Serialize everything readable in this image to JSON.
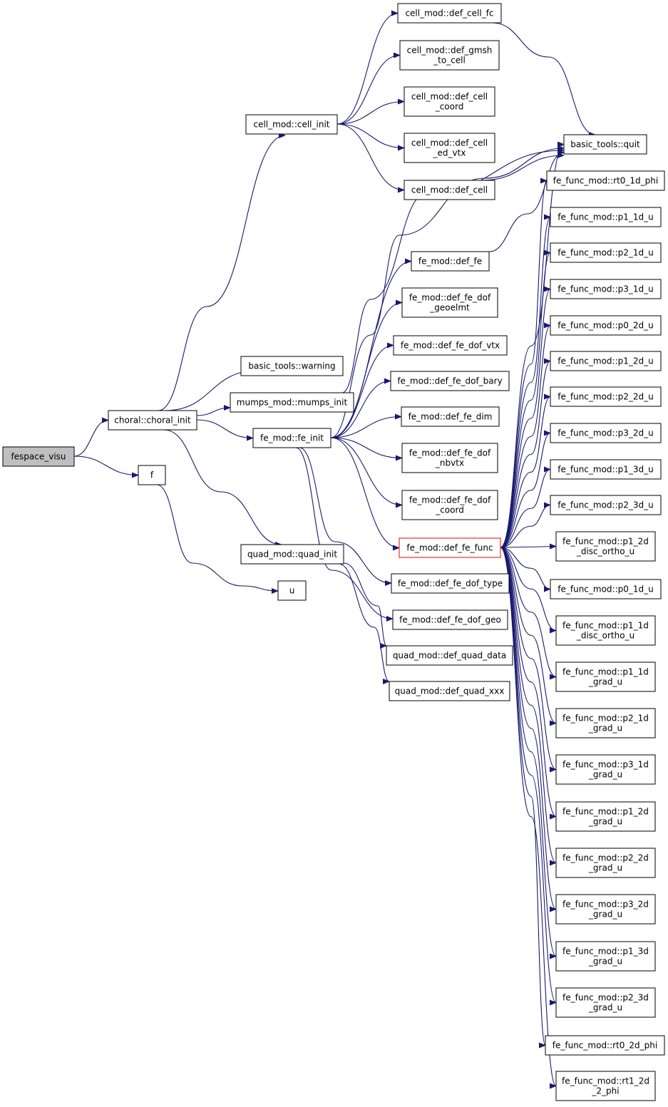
{
  "colors": {
    "edge": "#191970",
    "node_border": "#000000",
    "node_fill": "#ffffff",
    "root_fill": "#bfbfbf",
    "highlight_border": "#ff0000"
  },
  "nodes": [
    {
      "id": "fespace_visu",
      "lines": [
        "fespace_visu"
      ]
    },
    {
      "id": "choral_init",
      "lines": [
        "choral::choral_init"
      ]
    },
    {
      "id": "f",
      "lines": [
        "f"
      ]
    },
    {
      "id": "cell_init",
      "lines": [
        "cell_mod::cell_init"
      ]
    },
    {
      "id": "warning",
      "lines": [
        "basic_tools::warning"
      ]
    },
    {
      "id": "mumps_init",
      "lines": [
        "mumps_mod::mumps_init"
      ]
    },
    {
      "id": "fe_init",
      "lines": [
        "fe_mod::fe_init"
      ]
    },
    {
      "id": "quad_init",
      "lines": [
        "quad_mod::quad_init"
      ]
    },
    {
      "id": "u",
      "lines": [
        "u"
      ]
    },
    {
      "id": "def_cell_fc",
      "lines": [
        "cell_mod::def_cell_fc"
      ]
    },
    {
      "id": "def_gmsh_to_cell",
      "lines": [
        "cell_mod::def_gmsh",
        "_to_cell"
      ]
    },
    {
      "id": "def_cell_coord",
      "lines": [
        "cell_mod::def_cell",
        "_coord"
      ]
    },
    {
      "id": "def_cell_ed_vtx",
      "lines": [
        "cell_mod::def_cell",
        "_ed_vtx"
      ]
    },
    {
      "id": "def_cell",
      "lines": [
        "cell_mod::def_cell"
      ]
    },
    {
      "id": "def_fe",
      "lines": [
        "fe_mod::def_fe"
      ]
    },
    {
      "id": "def_fe_dof_geoelmt",
      "lines": [
        "fe_mod::def_fe_dof",
        "_geoelmt"
      ]
    },
    {
      "id": "def_fe_dof_vtx",
      "lines": [
        "fe_mod::def_fe_dof_vtx"
      ]
    },
    {
      "id": "def_fe_dof_bary",
      "lines": [
        "fe_mod::def_fe_dof_bary"
      ]
    },
    {
      "id": "def_fe_dim",
      "lines": [
        "fe_mod::def_fe_dim"
      ]
    },
    {
      "id": "def_fe_dof_nbvtx",
      "lines": [
        "fe_mod::def_fe_dof",
        "_nbvtx"
      ]
    },
    {
      "id": "def_fe_dof_coord",
      "lines": [
        "fe_mod::def_fe_dof",
        "_coord"
      ]
    },
    {
      "id": "def_fe_func",
      "lines": [
        "fe_mod::def_fe_func"
      ]
    },
    {
      "id": "def_fe_dof_type",
      "lines": [
        "fe_mod::def_fe_dof_type"
      ]
    },
    {
      "id": "def_fe_dof_geo",
      "lines": [
        "fe_mod::def_fe_dof_geo"
      ]
    },
    {
      "id": "def_quad_data",
      "lines": [
        "quad_mod::def_quad_data"
      ]
    },
    {
      "id": "def_quad_xxx",
      "lines": [
        "quad_mod::def_quad_xxx"
      ]
    },
    {
      "id": "quit",
      "lines": [
        "basic_tools::quit"
      ]
    },
    {
      "id": "rt0_1d_phi",
      "lines": [
        "fe_func_mod::rt0_1d_phi"
      ]
    },
    {
      "id": "p1_1d_u",
      "lines": [
        "fe_func_mod::p1_1d_u"
      ]
    },
    {
      "id": "p2_1d_u",
      "lines": [
        "fe_func_mod::p2_1d_u"
      ]
    },
    {
      "id": "p3_1d_u",
      "lines": [
        "fe_func_mod::p3_1d_u"
      ]
    },
    {
      "id": "p0_2d_u",
      "lines": [
        "fe_func_mod::p0_2d_u"
      ]
    },
    {
      "id": "p1_2d_u",
      "lines": [
        "fe_func_mod::p1_2d_u"
      ]
    },
    {
      "id": "p2_2d_u",
      "lines": [
        "fe_func_mod::p2_2d_u"
      ]
    },
    {
      "id": "p3_2d_u",
      "lines": [
        "fe_func_mod::p3_2d_u"
      ]
    },
    {
      "id": "p1_3d_u",
      "lines": [
        "fe_func_mod::p1_3d_u"
      ]
    },
    {
      "id": "p2_3d_u",
      "lines": [
        "fe_func_mod::p2_3d_u"
      ]
    },
    {
      "id": "p1_2d_disc_ortho_u",
      "lines": [
        "fe_func_mod::p1_2d",
        "_disc_ortho_u"
      ]
    },
    {
      "id": "p0_1d_u",
      "lines": [
        "fe_func_mod::p0_1d_u"
      ]
    },
    {
      "id": "p1_1d_disc_ortho_u",
      "lines": [
        "fe_func_mod::p1_1d",
        "_disc_ortho_u"
      ]
    },
    {
      "id": "p1_1d_grad_u",
      "lines": [
        "fe_func_mod::p1_1d",
        "_grad_u"
      ]
    },
    {
      "id": "p2_1d_grad_u",
      "lines": [
        "fe_func_mod::p2_1d",
        "_grad_u"
      ]
    },
    {
      "id": "p3_1d_grad_u",
      "lines": [
        "fe_func_mod::p3_1d",
        "_grad_u"
      ]
    },
    {
      "id": "p1_2d_grad_u",
      "lines": [
        "fe_func_mod::p1_2d",
        "_grad_u"
      ]
    },
    {
      "id": "p2_2d_grad_u",
      "lines": [
        "fe_func_mod::p2_2d",
        "_grad_u"
      ]
    },
    {
      "id": "p3_2d_grad_u",
      "lines": [
        "fe_func_mod::p3_2d",
        "_grad_u"
      ]
    },
    {
      "id": "p1_3d_grad_u",
      "lines": [
        "fe_func_mod::p1_3d",
        "_grad_u"
      ]
    },
    {
      "id": "p2_3d_grad_u",
      "lines": [
        "fe_func_mod::p2_3d",
        "_grad_u"
      ]
    },
    {
      "id": "rt0_2d_phi",
      "lines": [
        "fe_func_mod::rt0_2d_phi"
      ]
    },
    {
      "id": "rt1_2d_2_phi",
      "lines": [
        "fe_func_mod::rt1_2d",
        "_2_phi"
      ]
    }
  ],
  "edges": [
    [
      "fespace_visu",
      "choral_init"
    ],
    [
      "fespace_visu",
      "f"
    ],
    [
      "choral_init",
      "cell_init"
    ],
    [
      "choral_init",
      "warning"
    ],
    [
      "choral_init",
      "mumps_init"
    ],
    [
      "choral_init",
      "fe_init"
    ],
    [
      "choral_init",
      "quad_init"
    ],
    [
      "f",
      "u"
    ],
    [
      "cell_init",
      "def_cell_fc"
    ],
    [
      "cell_init",
      "def_gmsh_to_cell"
    ],
    [
      "cell_init",
      "def_cell_coord"
    ],
    [
      "cell_init",
      "def_cell_ed_vtx"
    ],
    [
      "cell_init",
      "def_cell"
    ],
    [
      "def_cell_fc",
      "quit"
    ],
    [
      "def_cell",
      "quit"
    ],
    [
      "mumps_init",
      "quit"
    ],
    [
      "fe_init",
      "quit"
    ],
    [
      "fe_init",
      "def_fe"
    ],
    [
      "fe_init",
      "def_fe_dof_geoelmt"
    ],
    [
      "fe_init",
      "def_fe_dof_vtx"
    ],
    [
      "fe_init",
      "def_fe_dof_bary"
    ],
    [
      "fe_init",
      "def_fe_dim"
    ],
    [
      "fe_init",
      "def_fe_dof_nbvtx"
    ],
    [
      "fe_init",
      "def_fe_dof_coord"
    ],
    [
      "fe_init",
      "def_fe_func"
    ],
    [
      "fe_init",
      "def_fe_dof_type"
    ],
    [
      "fe_init",
      "def_fe_dof_geo"
    ],
    [
      "def_fe",
      "quit"
    ],
    [
      "quad_init",
      "def_quad_data"
    ],
    [
      "quad_init",
      "def_quad_xxx"
    ],
    [
      "def_fe_func",
      "quit"
    ],
    [
      "def_fe_func",
      "rt0_1d_phi"
    ],
    [
      "def_fe_func",
      "p1_1d_u"
    ],
    [
      "def_fe_func",
      "p2_1d_u"
    ],
    [
      "def_fe_func",
      "p3_1d_u"
    ],
    [
      "def_fe_func",
      "p0_2d_u"
    ],
    [
      "def_fe_func",
      "p1_2d_u"
    ],
    [
      "def_fe_func",
      "p2_2d_u"
    ],
    [
      "def_fe_func",
      "p3_2d_u"
    ],
    [
      "def_fe_func",
      "p1_3d_u"
    ],
    [
      "def_fe_func",
      "p2_3d_u"
    ],
    [
      "def_fe_func",
      "p1_2d_disc_ortho_u"
    ],
    [
      "def_fe_func",
      "p0_1d_u"
    ],
    [
      "def_fe_func",
      "p1_1d_disc_ortho_u"
    ],
    [
      "def_fe_func",
      "p1_1d_grad_u"
    ],
    [
      "def_fe_func",
      "p2_1d_grad_u"
    ],
    [
      "def_fe_func",
      "p3_1d_grad_u"
    ],
    [
      "def_fe_func",
      "p1_2d_grad_u"
    ],
    [
      "def_fe_func",
      "p2_2d_grad_u"
    ],
    [
      "def_fe_func",
      "p3_2d_grad_u"
    ],
    [
      "def_fe_func",
      "p1_3d_grad_u"
    ],
    [
      "def_fe_func",
      "p2_3d_grad_u"
    ],
    [
      "def_fe_func",
      "rt0_2d_phi"
    ],
    [
      "def_fe_func",
      "rt1_2d_2_phi"
    ]
  ]
}
